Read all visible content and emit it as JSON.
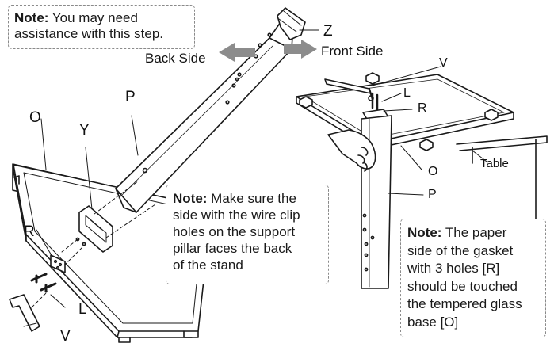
{
  "notes": {
    "top": {
      "heading": "Note:",
      "body_1": " You may need",
      "body_2": "assistance with this step."
    },
    "middle": {
      "heading": "Note:",
      "body_1": " Make sure the",
      "body_2": "side with the wire clip",
      "body_3": "holes on the support",
      "body_4": "pillar faces the back",
      "body_5": "of the stand"
    },
    "right": {
      "heading": "Note:",
      "body_1": " The paper",
      "body_2": "side of the gasket",
      "body_3": "with 3 holes [R]",
      "body_4": "should be touched",
      "body_5": "the tempered glass",
      "body_6": "base [O]"
    }
  },
  "labels": {
    "z": "Z",
    "back_side": "Back Side",
    "front_side": "Front Side",
    "p_left": "P",
    "o_left": "O",
    "y": "Y",
    "r_left": "R",
    "l_left": "L",
    "v_left": "V",
    "v_right": "V",
    "l_right": "L",
    "r_right": "R",
    "o_right": "O",
    "table": "Table",
    "p_right": "P"
  },
  "colors": {
    "line": "#1a1a1a",
    "arrow": "#8c8c8c",
    "note_border": "#8a8a8a"
  }
}
